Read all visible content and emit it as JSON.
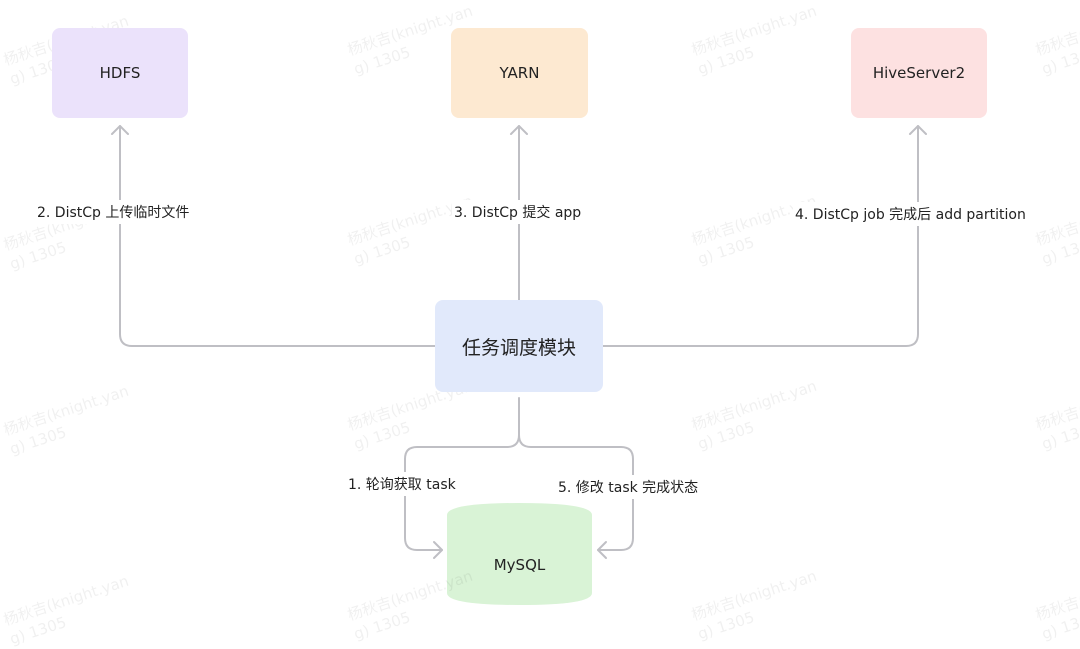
{
  "nodes": {
    "hdfs": "HDFS",
    "yarn": "YARN",
    "hive": "HiveServer2",
    "scheduler": "任务调度模块",
    "mysql": "MySQL"
  },
  "edges": {
    "upload": "2. DistCp 上传临时文件",
    "submit": "3. DistCp 提交 app",
    "partition": "4. DistCp job 完成后 add partition",
    "poll": "1. 轮询获取 task",
    "update": "5. 修改 task 完成状态"
  },
  "watermark": "杨秋吉(knight.yan\ng) 1305",
  "colors": {
    "hdfs": "#ebe2fb",
    "yarn": "#fde9d1",
    "hive": "#fde1e1",
    "scheduler": "#e1e9fb",
    "mysql": "#d9f3d6",
    "line": "#bfbfc4"
  }
}
